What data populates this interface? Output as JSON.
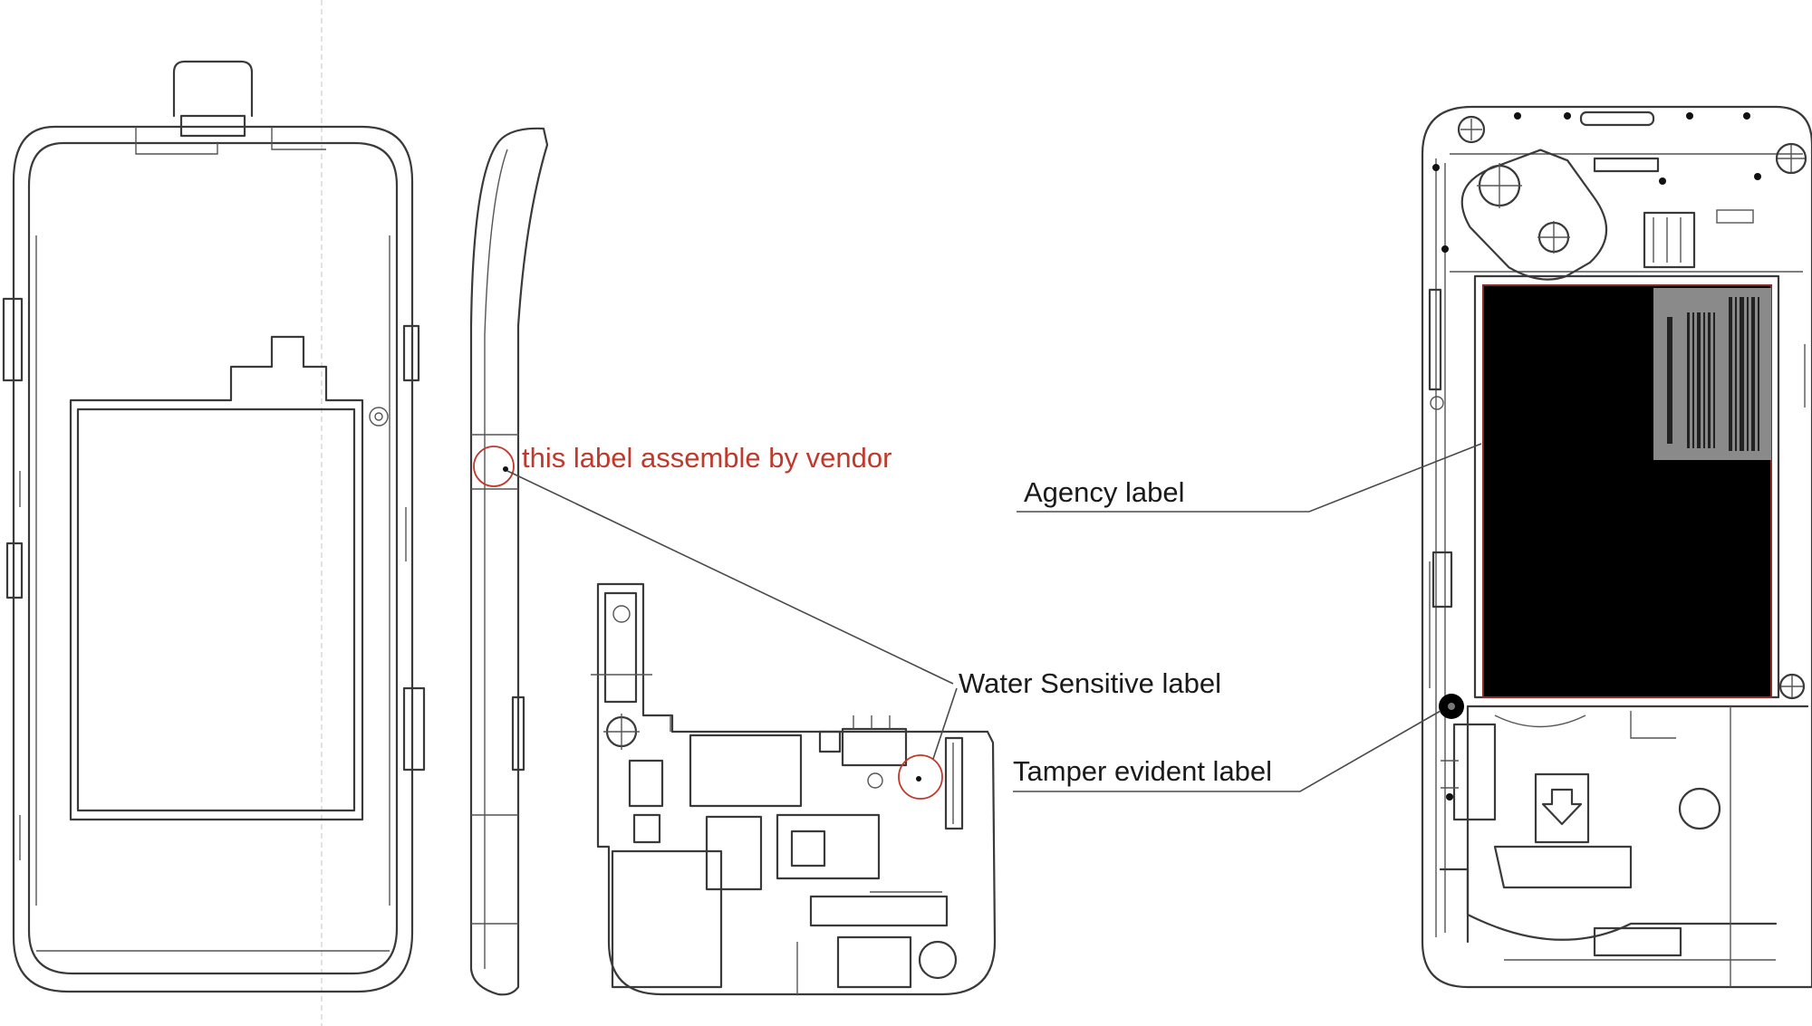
{
  "labels": {
    "vendor_label": "this label assemble by vendor",
    "agency_label": "Agency label",
    "water_label": "Water Sensitive label",
    "tamper_label": "Tamper evident label"
  },
  "colors": {
    "line": "#3a3a3a",
    "annotation_red": "#c0392b",
    "label_block": "#000000",
    "background": "#ffffff"
  }
}
